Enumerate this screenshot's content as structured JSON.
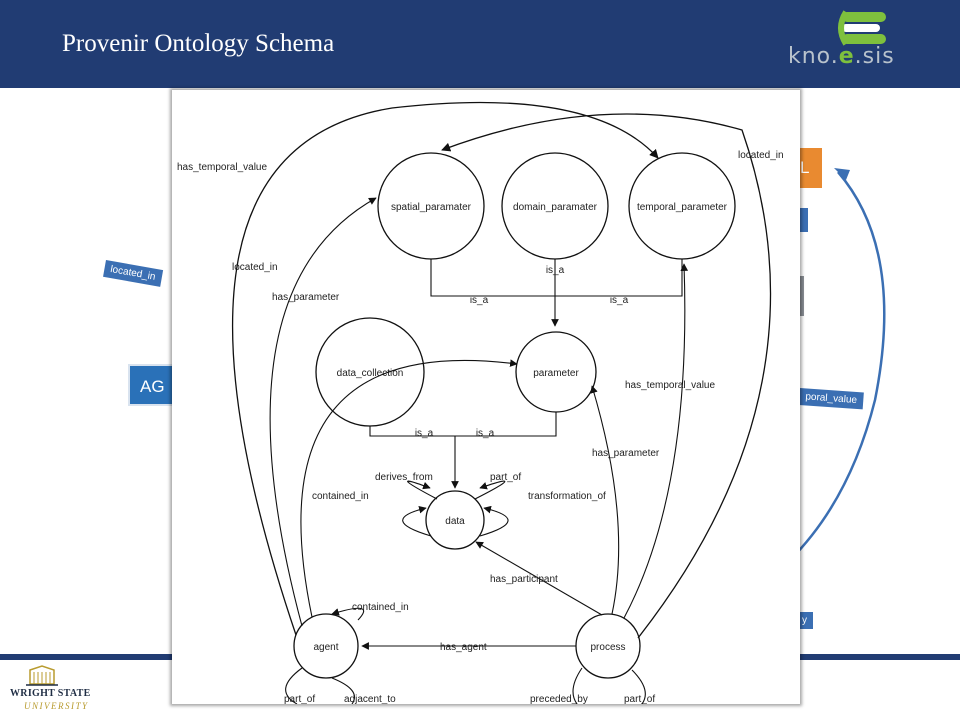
{
  "header": {
    "title": "Provenir Ontology Schema",
    "logo": {
      "prefix": "kno.",
      "highlight": "e",
      "suffix": ".sis",
      "icon": "knoesis-e-icon"
    }
  },
  "footer": {
    "university_line1": "WRIGHT STATE",
    "university_line2": "UNIVERSITY",
    "icon": "wright-state-building-icon"
  },
  "background": {
    "left_edge_label": "located_in",
    "agent_box": "AG",
    "orange_box": "L",
    "right_edge_label": "poral_value",
    "bottom_right_label": "y"
  },
  "diagram": {
    "nodes": {
      "spatial_parameter": "spatial_paramater",
      "domain_parameter": "domain_paramater",
      "temporal_parameter": "temporal_parameter",
      "data_collection": "data_collection",
      "parameter": "parameter",
      "data": "data",
      "agent": "agent",
      "process": "process"
    },
    "edges": {
      "has_temporal_value_tl": "has_temporal_value",
      "located_in_tr": "located_in",
      "located_in_left": "located_in",
      "has_parameter_left": "has_parameter",
      "is_a_domain": "is_a",
      "is_a_spatial": "is_a",
      "is_a_temporal": "is_a",
      "has_temporal_value_right": "has_temporal_value",
      "is_a_data_collection": "is_a",
      "is_a_parameter": "is_a",
      "has_parameter_right": "has_parameter",
      "derives_from": "derives_from",
      "part_of_data": "part_of",
      "contained_in_data": "contained_in",
      "transformation_of": "transformation_of",
      "has_participant": "has_participant",
      "contained_in_agent": "contained_in",
      "has_agent": "has_agent",
      "part_of_agent": "part_of",
      "adjacent_to": "adjacent_to",
      "preceded_by": "preceded_by",
      "part_of_process": "part_of"
    }
  },
  "colors": {
    "header": "#213c73",
    "accent_green": "#7ec03d",
    "background_blue": "#2a71b8",
    "background_orange": "#e98a30"
  }
}
